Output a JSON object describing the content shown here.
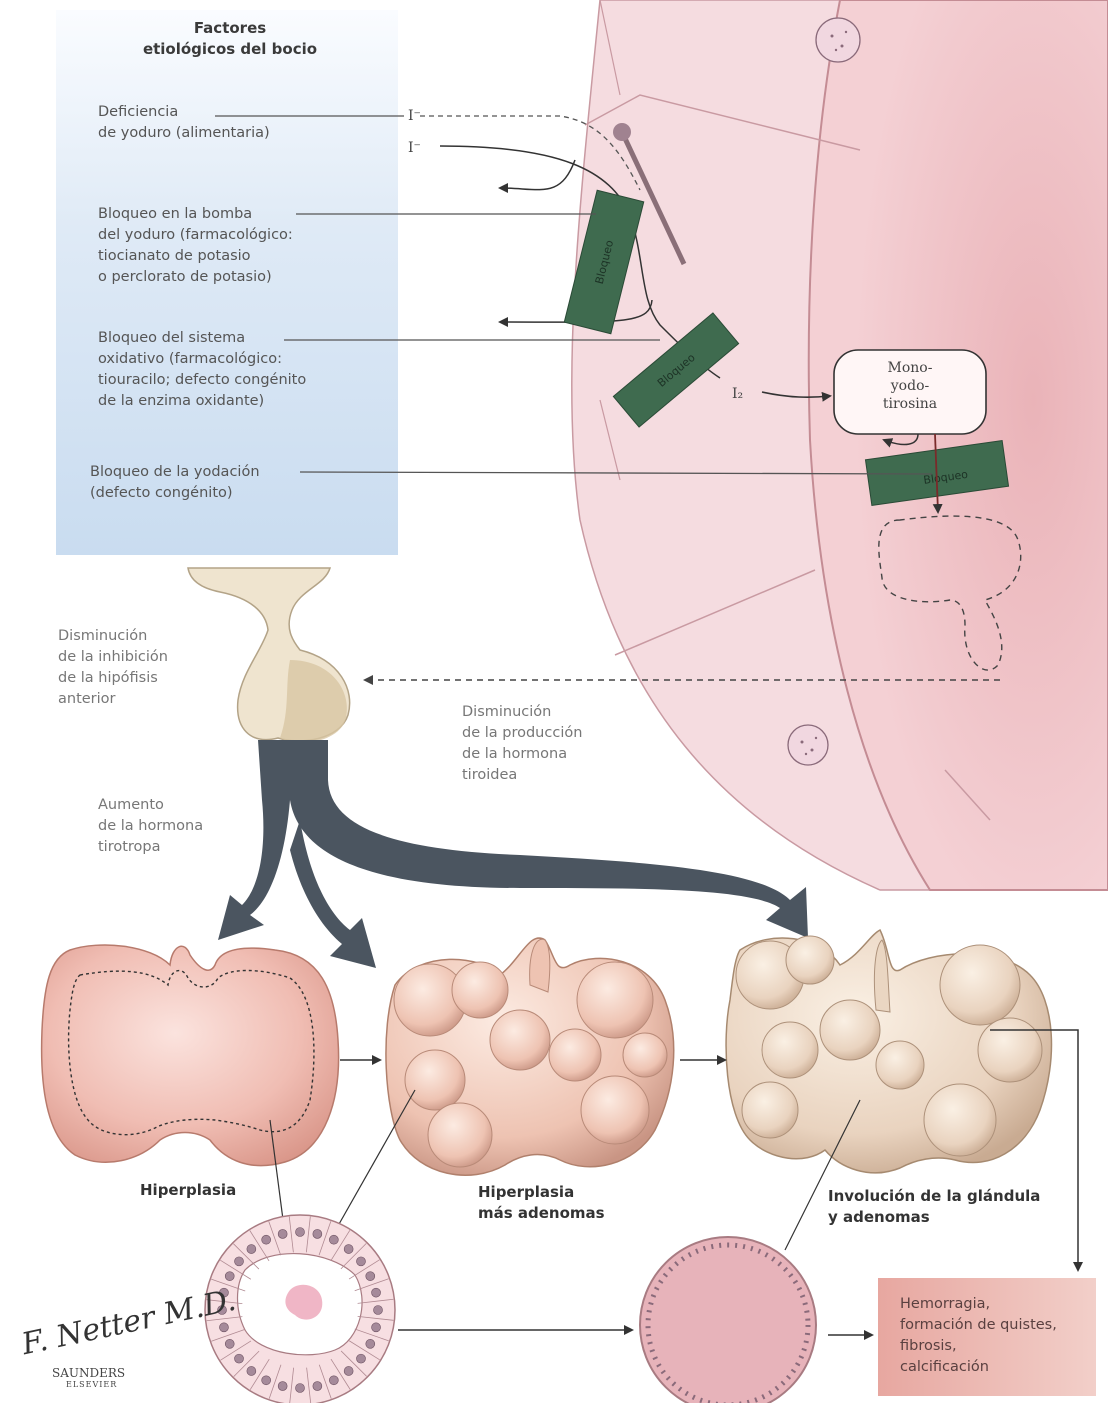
{
  "panel": {
    "title": [
      "Factores",
      "etiológicos del bocio"
    ]
  },
  "causes": {
    "iodide_deficiency": [
      "Deficiencia",
      "de yoduro (alimentaria)"
    ],
    "pump_block": [
      "Bloqueo en la bomba",
      "del yoduro (farmacológico:",
      "tiocianato de potasio",
      "o perclorato de potasio)"
    ],
    "oxidative_block": [
      "Bloqueo del sistema",
      "oxidativo (farmacológico:",
      "tiouracilo; defecto congénito",
      "de la enzima oxidante)"
    ],
    "iodination_block": [
      "Bloqueo de la yodación",
      "(defecto congénito)"
    ]
  },
  "blocks": {
    "label": "Bloqueo"
  },
  "ions": {
    "iodide": "I⁻",
    "iodine": "I₂"
  },
  "cell": {
    "product_bubble": [
      "Mono-",
      "yodo-",
      "tirosina"
    ]
  },
  "feedback": {
    "pituitary_label": [
      "Disminución",
      "de la inhibición",
      "de la hipófisis",
      "anterior"
    ],
    "thyroid_output_label": [
      "Disminución",
      "de la producción",
      "de la hormona",
      "tiroidea"
    ],
    "tsh_label": [
      "Aumento",
      "de la hormona",
      "tirotropa"
    ]
  },
  "stages": {
    "hyperplasia": "Hiperplasia",
    "hyperplasia_adenomas": [
      "Hiperplasia",
      "más adenomas"
    ],
    "involution": [
      "Involución de la glándula",
      "y adenomas"
    ]
  },
  "outcome": [
    "Hemorragia,",
    "formación de quistes,",
    "fibrosis,",
    "calcificación"
  ],
  "credits": {
    "signature": "F. Netter M.D.",
    "publisher": "SAUNDERS",
    "publisher_sub": "ELSEVIER"
  },
  "colors": {
    "cell_pink": "#f2c4c8",
    "block_green": "#3f6b4f",
    "arrow_slate": "#4b5560",
    "panel_blue": "#cfe1f2"
  }
}
